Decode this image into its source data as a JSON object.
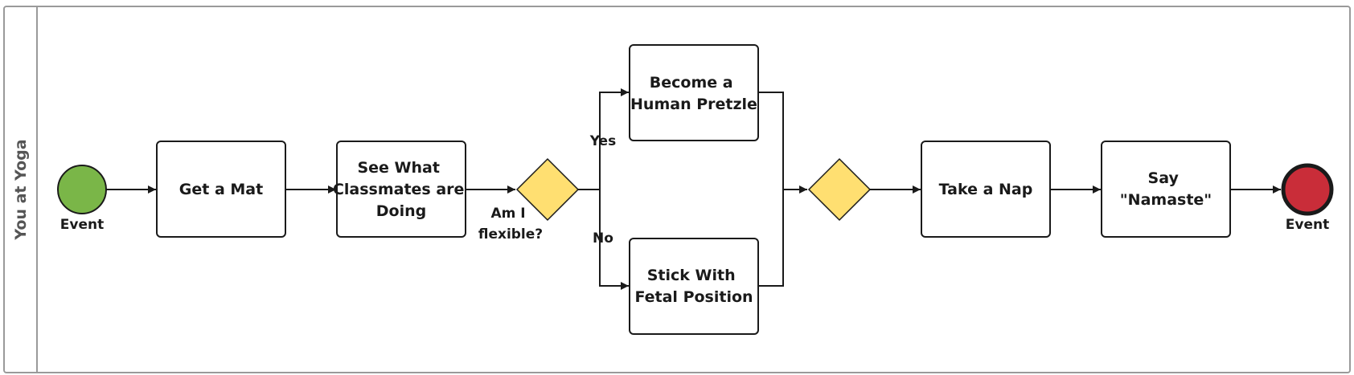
{
  "pool": {
    "lane_label": "You at Yoga"
  },
  "events": {
    "start": {
      "label": "Event",
      "color": "#7ab648"
    },
    "end": {
      "label": "Event",
      "color": "#c92d39"
    }
  },
  "tasks": {
    "get_mat": [
      "Get a Mat"
    ],
    "see_classmates": [
      "See What",
      "Classmates are",
      "Doing"
    ],
    "pretzel": [
      "Become a",
      "Human Pretzle"
    ],
    "fetal": [
      "Stick With",
      "Fetal Position"
    ],
    "nap": [
      "Take a Nap"
    ],
    "namaste": [
      "Say",
      "\"Namaste\""
    ]
  },
  "gateways": {
    "decision": {
      "label": [
        "Am I",
        "flexible?"
      ],
      "color": "#ffdf71"
    },
    "merge": {
      "color": "#ffdf71"
    }
  },
  "branches": {
    "yes": "Yes",
    "no": "No"
  }
}
